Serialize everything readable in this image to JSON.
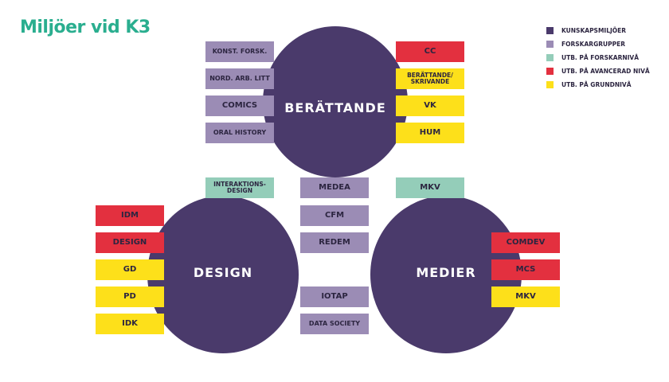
{
  "title": "Miljöer vid K3",
  "colors": {
    "kunskapsmiljo": "#4a3a6b",
    "forskargrupp": "#9b8cb5",
    "forskarniva": "#94cdb9",
    "avancerad": "#e3303f",
    "grund": "#fde01a",
    "title": "#2aae8f"
  },
  "legend": [
    "KUNSKAPSMILJÖER",
    "FORSKARGRUPPER",
    "UTB. PÅ FORSKARNIVÅ",
    "UTB. PÅ AVANCERAD NIVÅ",
    "UTB. PÅ GRUNDNIVÅ"
  ],
  "circles": {
    "top": "BERÄTTANDE",
    "left": "DESIGN",
    "right": "MEDIER"
  },
  "top_left": [
    "KONST. FORSK.",
    "NORD. ARB. LITT",
    "COMICS",
    "ORAL HISTORY"
  ],
  "top_right": [
    "CC",
    "BERÄTTANDE/ SKRIVANDE",
    "VK",
    "HUM"
  ],
  "middle": [
    "MEDEA",
    "CFM",
    "REDEM",
    "IOTAP",
    "DATA SOCIETY"
  ],
  "interaktionsdesign": "INTERAKTIONS- DESIGN",
  "mkv_teal": "MKV",
  "bottom_left": [
    "IDM",
    "DESIGN",
    "GD",
    "PD",
    "IDK"
  ],
  "bottom_right": [
    "COMDEV",
    "MCS",
    "MKV"
  ]
}
